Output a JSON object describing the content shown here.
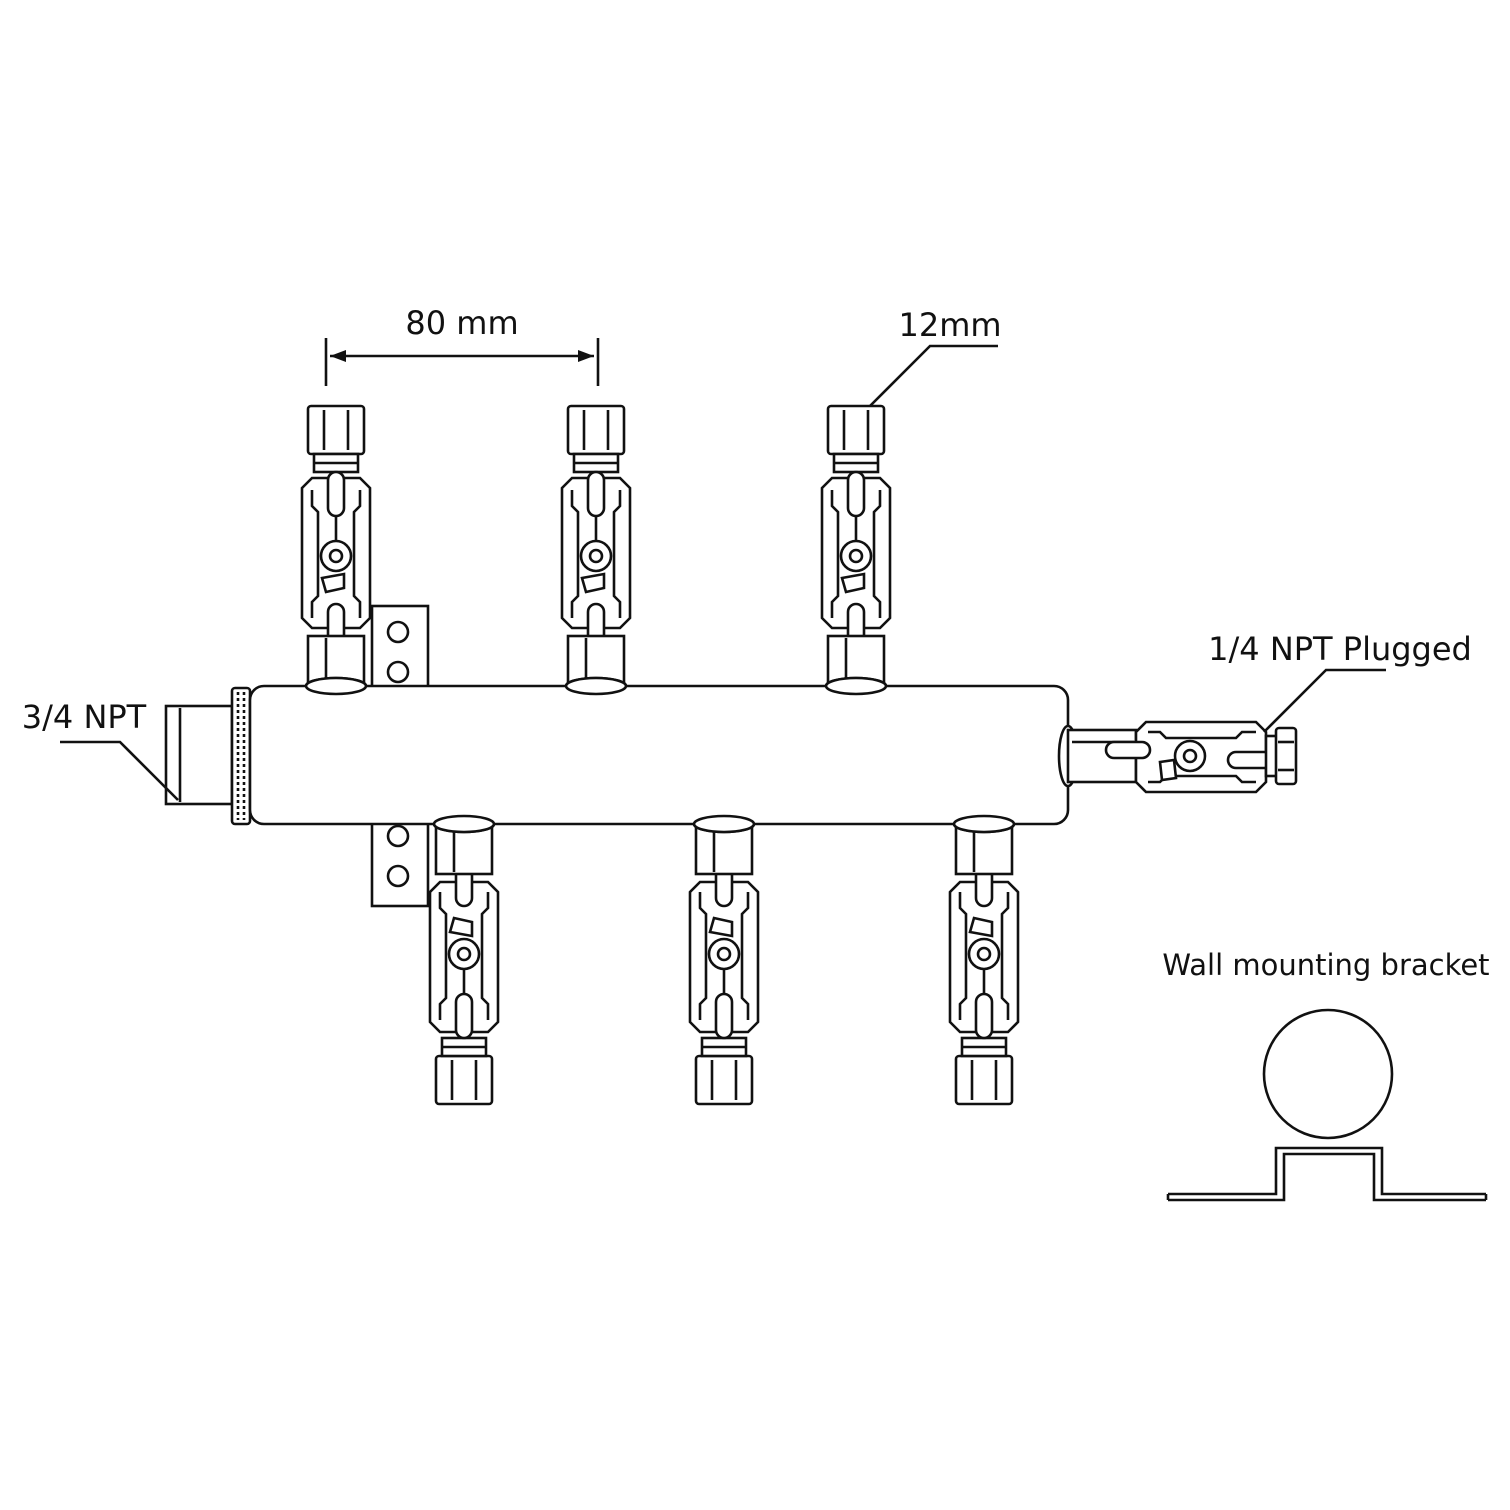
{
  "labels": {
    "spacing": "80 mm",
    "tube": "12mm",
    "inlet": "3/4 NPT",
    "outlet": "1/4 NPT Plugged",
    "bracket": "Wall mounting bracket"
  },
  "valves": {
    "top_count": 3,
    "bottom_count": 3
  },
  "colors": {
    "line": "#111111",
    "background": "#ffffff"
  }
}
